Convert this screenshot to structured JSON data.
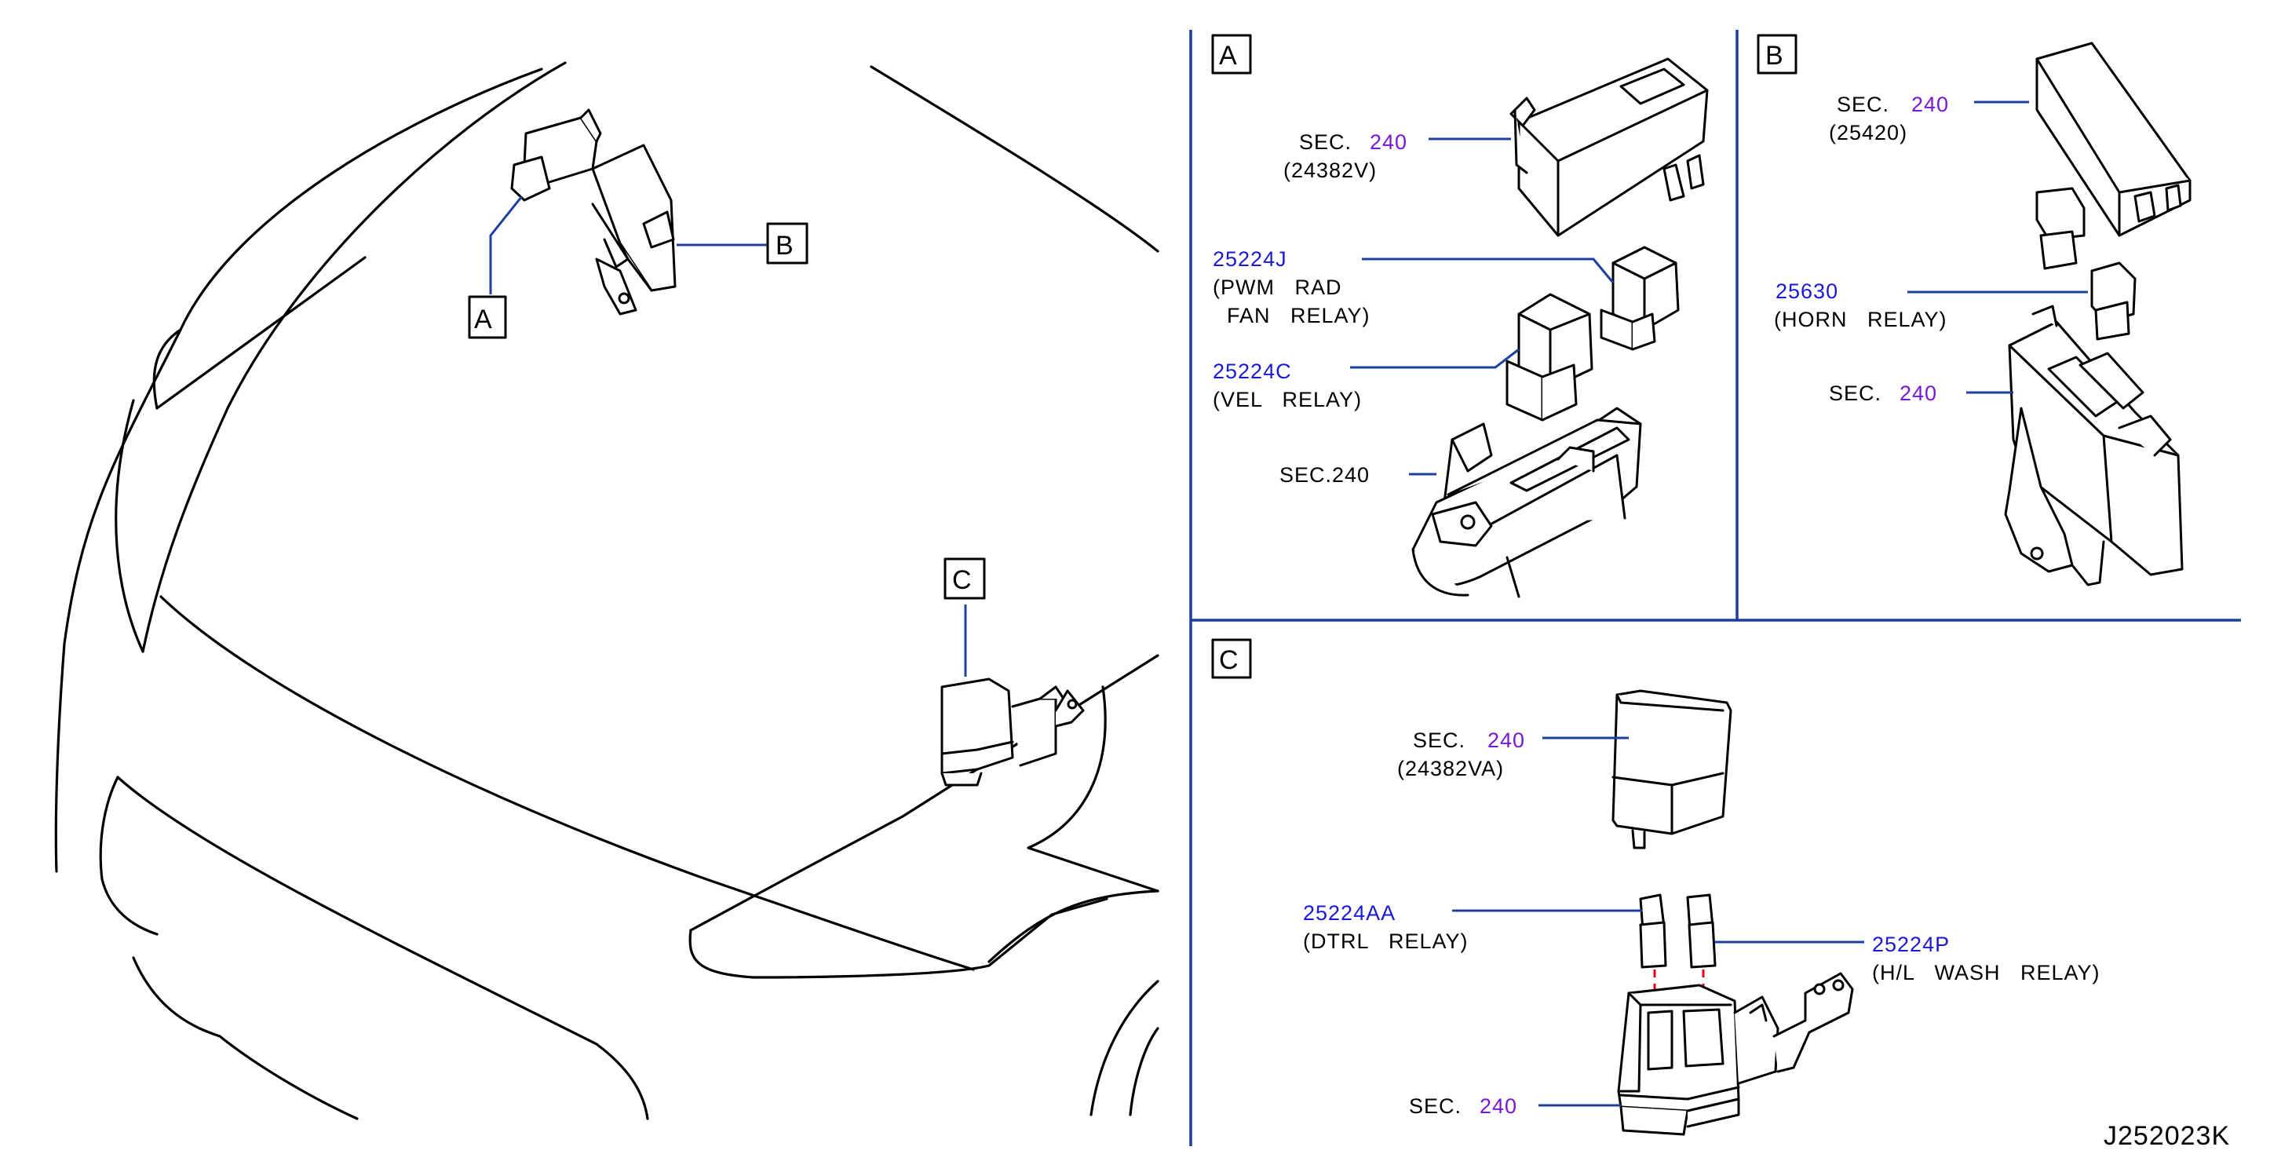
{
  "overview": {
    "callout_a": "A",
    "callout_b": "B",
    "callout_c": "C"
  },
  "panel_a": {
    "label": "A",
    "cover_sec": "SEC.",
    "cover_sec_num": "240",
    "cover_part": "(24382V)",
    "relay1_num": "25224J",
    "relay1_name_1": "(PWM   RAD",
    "relay1_name_2": "FAN   RELAY)",
    "relay2_num": "25224C",
    "relay2_name": "(VEL   RELAY)",
    "box_sec": "SEC.240"
  },
  "panel_b": {
    "label": "B",
    "cover_sec": "SEC.",
    "cover_sec_num": "240",
    "cover_part": "(25420)",
    "relay_num": "25630",
    "relay_name": "(HORN   RELAY)",
    "box_sec": "SEC.",
    "box_sec_num": "240"
  },
  "panel_c": {
    "label": "C",
    "cover_sec": "SEC.",
    "cover_sec_num": "240",
    "cover_part": "(24382VA)",
    "relay1_num": "25224AA",
    "relay1_name": "(DTRL   RELAY)",
    "relay2_num": "25224P",
    "relay2_name": "(H/L   WASH   RELAY)",
    "box_sec": "SEC.",
    "box_sec_num": "240"
  },
  "diagram_code": "J252023K"
}
